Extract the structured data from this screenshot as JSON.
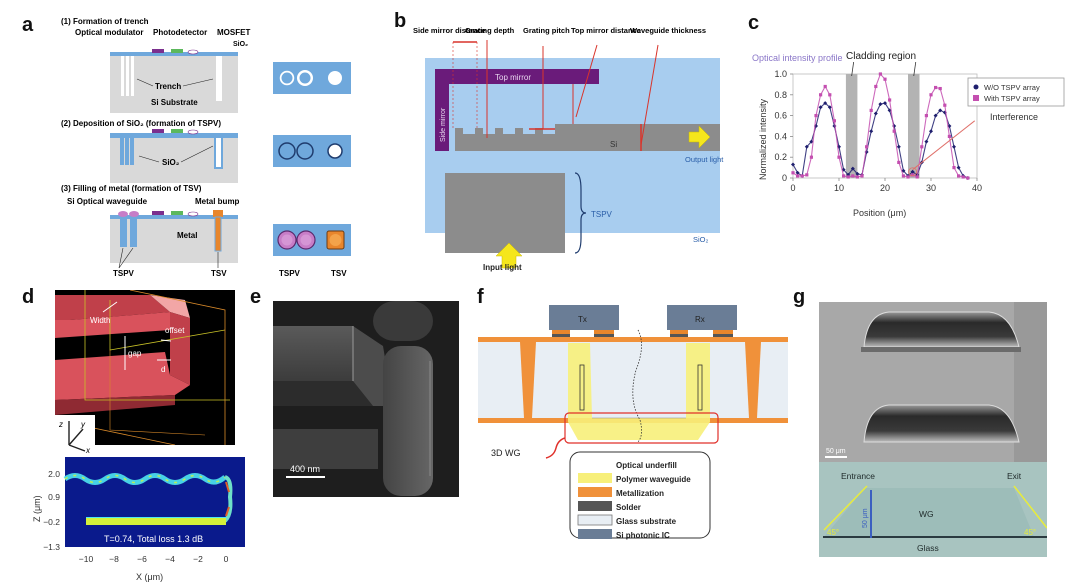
{
  "panels": {
    "a": {
      "letter": "a",
      "step1_title": "(1) Formation of trench",
      "step2_title": "(2) Deposition of SiO₂ (formation of TSPV)",
      "step3_title": "(3) Filling of metal (formation of TSV)",
      "labels": {
        "optical_modulator": "Optical modulator",
        "photodetector": "Photodetector",
        "mosfet": "MOSFET",
        "sio2": "SiO₂",
        "trench": "Trench",
        "si_substrate": "Si Substrate",
        "sio2_2": "SiO₂",
        "si_optical_waveguide": "Si Optical waveguide",
        "metal_bump": "Metal bump",
        "metal": "Metal",
        "tspv": "TSPV",
        "tsv": "TSV",
        "tspv_top": "TSPV",
        "tsv_top": "TSV"
      },
      "colors": {
        "substrate": "#d9d9d9",
        "oxide": "#6fa8dc",
        "modulator": "#7b2f8e",
        "photodetector": "#5cb85c",
        "metal": "#e8862c",
        "waveguide": "#c77dc7"
      }
    },
    "b": {
      "letter": "b",
      "labels": {
        "side_mirror_distance": "Side mirror distance",
        "grating_depth": "Grating depth",
        "grating_pitch": "Grating pitch",
        "top_mirror_distance": "Top mirror distance",
        "waveguide_thickness": "Waveguide thickness",
        "top_mirror": "Top mirror",
        "side_mirror": "Side mirror",
        "si": "Si",
        "output_light": "Output light",
        "tspv": "TSPV",
        "sio2": "SiO₂",
        "input_light": "Input light"
      },
      "colors": {
        "cladding": "#a8cdef",
        "mirror": "#6a1b7a",
        "si": "#8c8c8c",
        "arrow": "#f5e61c",
        "marker": "#d9342b"
      }
    },
    "c": {
      "letter": "c",
      "subtitle": "Optical intensity profile",
      "annotation_cladding": "Cladding region",
      "annotation_interference": "Interference"
    },
    "d": {
      "letter": "d",
      "labels": {
        "width": "Width",
        "offset": "offset",
        "gap": "gap",
        "d": "d"
      },
      "axes_labels": {
        "z": "z",
        "y": "y",
        "x": "x"
      },
      "field_plot": {
        "annotation": "T=0.74, Total loss 1.3 dB",
        "ylabel": "Z (μm)",
        "xlabel": "X (μm)",
        "yticks": [
          "2.0",
          "0.9",
          "−0.2",
          "−1.3"
        ],
        "xticks": [
          "−10",
          "−8",
          "−6",
          "−4",
          "−2",
          "0"
        ]
      }
    },
    "e": {
      "letter": "e",
      "scale_bar": "400 nm"
    },
    "f": {
      "letter": "f",
      "tx": "Tx",
      "rx": "Rx",
      "wg_label": "3D WG",
      "legend": [
        {
          "label": "Optical underfill",
          "color": null
        },
        {
          "label": "Polymer waveguide",
          "color": "#f7ef7a"
        },
        {
          "label": "Metallization",
          "color": "#f0913a"
        },
        {
          "label": "Solder",
          "color": "#555555"
        },
        {
          "label": "Glass substrate",
          "color": "#e8eef4"
        },
        {
          "label": "Si photonic IC",
          "color": "#6a7d96"
        }
      ]
    },
    "g": {
      "letter": "g",
      "scale_bar": "50 μm",
      "entrance": "Entrance",
      "exit": "Exit",
      "wg": "WG",
      "height_label": "50 μm",
      "angle_left": "45°",
      "angle_right": "45°",
      "glass": "Glass"
    }
  },
  "chart_data": {
    "type": "scatter",
    "title": "Optical intensity profile",
    "xlabel": "Position (μm)",
    "ylabel": "Normalized intensity",
    "xlim": [
      0,
      40
    ],
    "ylim": [
      0,
      1.0
    ],
    "xticks": [
      "0",
      "10",
      "20",
      "30",
      "40"
    ],
    "yticks": [
      "0",
      "0.2",
      "0.4",
      "0.6",
      "0.8",
      "1.0"
    ],
    "grid": false,
    "legend_position": "top-right",
    "shaded_regions": [
      {
        "label": "Cladding region",
        "x": [
          11.5,
          14
        ]
      },
      {
        "label": "Cladding region",
        "x": [
          25,
          27.5
        ]
      }
    ],
    "series": [
      {
        "name": "W/O TSPV array",
        "color": "#1f1f6e",
        "marker": "diamond",
        "x": [
          0,
          1,
          2,
          3,
          4,
          5,
          6,
          7,
          8,
          9,
          10,
          11,
          12,
          13,
          14,
          15,
          16,
          17,
          18,
          19,
          20,
          21,
          22,
          23,
          24,
          25,
          26,
          27,
          28,
          29,
          30,
          31,
          32,
          33,
          34,
          35,
          36,
          37,
          38
        ],
        "y": [
          0.13,
          0.05,
          0.02,
          0.3,
          0.35,
          0.5,
          0.68,
          0.72,
          0.68,
          0.5,
          0.3,
          0.08,
          0.03,
          0.09,
          0.04,
          0.03,
          0.25,
          0.45,
          0.62,
          0.71,
          0.72,
          0.65,
          0.5,
          0.3,
          0.07,
          0.02,
          0.06,
          0.03,
          0.15,
          0.35,
          0.45,
          0.6,
          0.65,
          0.63,
          0.5,
          0.3,
          0.1,
          0.02,
          0.0
        ]
      },
      {
        "name": "With TSPV array",
        "color": "#c44fb0",
        "marker": "square",
        "x": [
          0,
          1,
          2,
          3,
          4,
          5,
          6,
          7,
          8,
          9,
          10,
          11,
          12,
          13,
          14,
          15,
          16,
          17,
          18,
          19,
          20,
          21,
          22,
          23,
          24,
          25,
          26,
          27,
          28,
          29,
          30,
          31,
          32,
          33,
          34,
          35,
          36,
          37,
          38
        ],
        "y": [
          0.05,
          0.02,
          0.02,
          0.03,
          0.2,
          0.6,
          0.8,
          0.88,
          0.8,
          0.55,
          0.2,
          0.02,
          0.01,
          0.02,
          0.01,
          0.02,
          0.3,
          0.65,
          0.88,
          1.0,
          0.95,
          0.75,
          0.45,
          0.15,
          0.02,
          0.01,
          0.03,
          0.01,
          0.3,
          0.6,
          0.8,
          0.87,
          0.86,
          0.7,
          0.4,
          0.1,
          0.02,
          0.01,
          0.0
        ]
      }
    ]
  }
}
